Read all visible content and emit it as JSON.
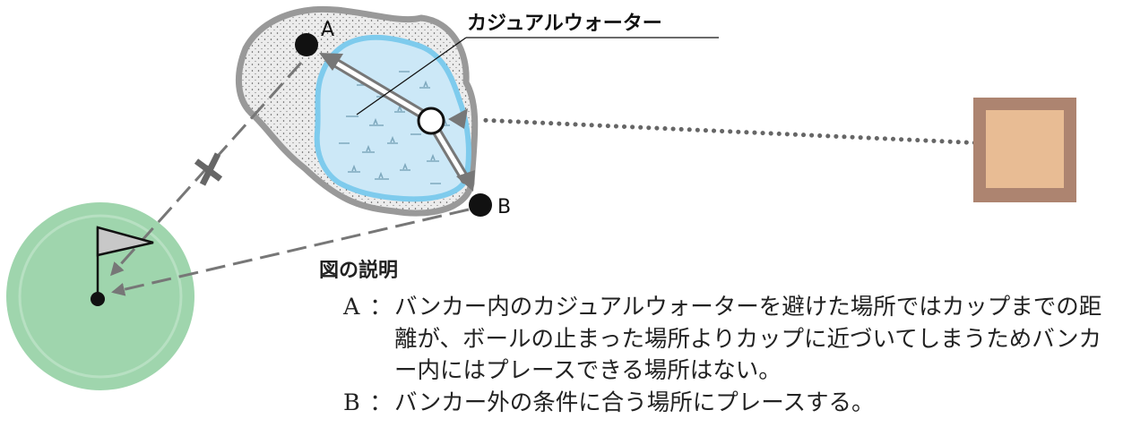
{
  "labels": {
    "point_a": "A",
    "point_b": "B",
    "casual_water": "カジュアルウォーター"
  },
  "explanation": {
    "title": "図の説明",
    "items": [
      {
        "key": "A",
        "separator": "：",
        "text": "バンカー内のカジュアルウォーターを避けた場所ではカップまでの距離が、ボールの止まった場所よりカップに近づいてしまうためバンカー内にはプレースできる場所はない。"
      },
      {
        "key": "B",
        "separator": "：",
        "text": "バンカー外の条件に合う場所にプレースする。"
      }
    ]
  },
  "colors": {
    "green": "#9fd5ad",
    "green_edge": "#8fcc9f",
    "bunker_sand": "#ececec",
    "bunker_edge": "#999999",
    "water": "#cce8f7",
    "water_edge": "#7ecbed",
    "tee_outer": "#ad8470",
    "tee_inner": "#e8bc94",
    "path_gray": "#777777",
    "text": "#222222"
  },
  "icons": [
    "flag-icon",
    "cup-icon",
    "ball-icon",
    "tee-box-icon",
    "cross-mark-icon"
  ]
}
